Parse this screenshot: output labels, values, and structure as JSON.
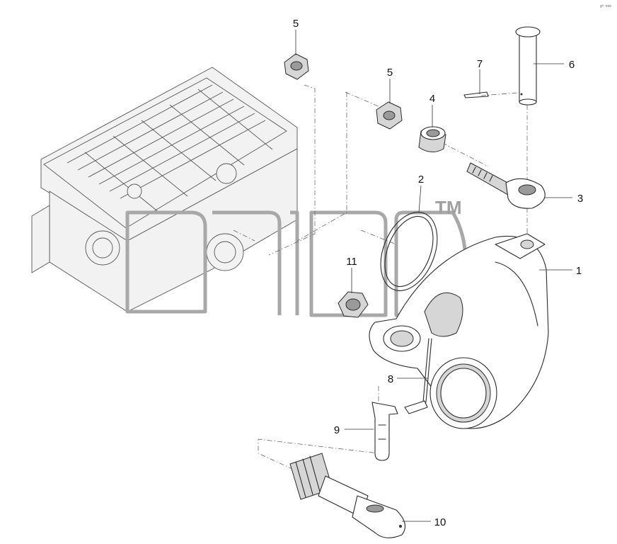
{
  "diagram": {
    "watermark": {
      "trademark": "TM"
    },
    "corner_mark": "gª- ooo",
    "parts": [
      {
        "id": "p1",
        "label": "1"
      },
      {
        "id": "p2",
        "label": "2"
      },
      {
        "id": "p3",
        "label": "3"
      },
      {
        "id": "p4",
        "label": "4"
      },
      {
        "id": "p5a",
        "label": "5"
      },
      {
        "id": "p5b",
        "label": "5"
      },
      {
        "id": "p6",
        "label": "6"
      },
      {
        "id": "p7",
        "label": "7"
      },
      {
        "id": "p8",
        "label": "8"
      },
      {
        "id": "p9",
        "label": "9"
      },
      {
        "id": "p10",
        "label": "10"
      },
      {
        "id": "p11",
        "label": "11"
      }
    ]
  }
}
